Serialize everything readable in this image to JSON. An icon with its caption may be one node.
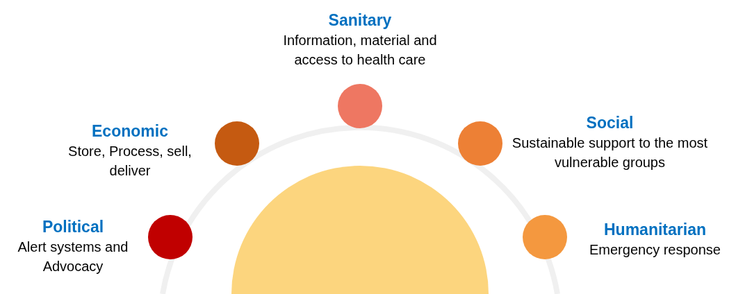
{
  "diagram": {
    "nodes": [
      {
        "text": [],
        "shape": "circle",
        "beside": [
          "Political",
          "Alert systems and Advocacy"
        ]
      },
      {
        "text": [],
        "shape": "circle",
        "beside": [
          "Economic",
          "Store, Process, sell, deliver"
        ]
      },
      {
        "text": [],
        "shape": "circle",
        "beside": [
          "Sanitary",
          "Information, material and access to health care"
        ]
      },
      {
        "text": [],
        "shape": "circle",
        "beside": [
          "Social",
          "Sustainable support to the most vulnerable groups"
        ]
      },
      {
        "text": [],
        "shape": "circle",
        "beside": [
          "Humanitarian",
          "Emergency response"
        ]
      },
      {
        "text": [],
        "shape": "semicircle"
      }
    ]
  }
}
